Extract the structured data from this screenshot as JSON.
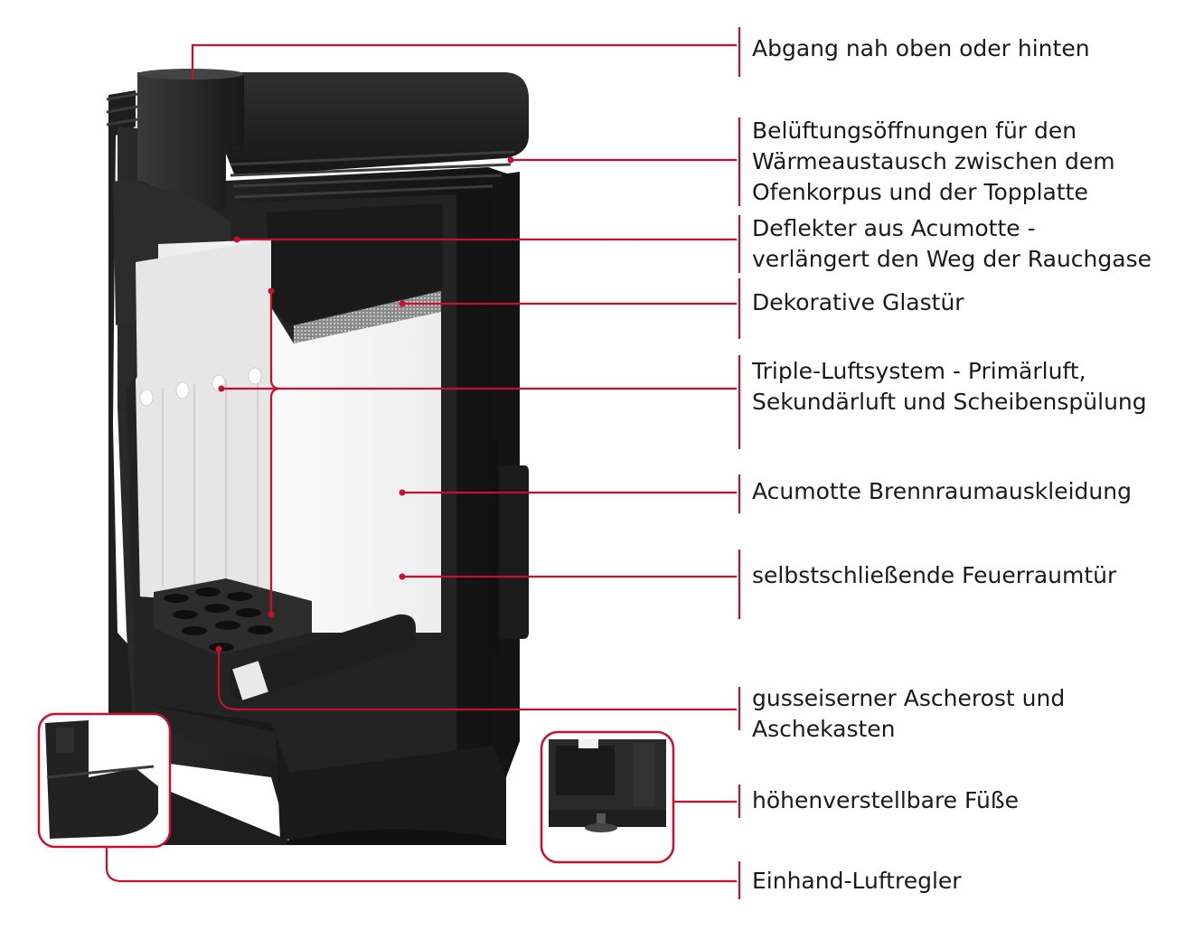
{
  "diagram": {
    "accent_color": "#c8102e",
    "labels": [
      {
        "id": "abgang",
        "lines": [
          "Abgang nah oben oder hinten"
        ]
      },
      {
        "id": "belueftung",
        "lines": [
          "Belüftungsöffnungen für den",
          "Wärmeaustausch zwischen dem",
          "Ofenkorpus und der Topplatte"
        ]
      },
      {
        "id": "deflektor",
        "lines": [
          "Deflekter aus Acumotte -",
          "verlängert den Weg der Rauchgase"
        ]
      },
      {
        "id": "glastuer",
        "lines": [
          "Dekorative Glastür"
        ]
      },
      {
        "id": "luftsystem",
        "lines": [
          "Triple-Luftsystem - Primärluft,",
          "Sekundärluft und Scheibenspülung"
        ]
      },
      {
        "id": "brennraum",
        "lines": [
          "Acumotte Brennraumauskleidung"
        ]
      },
      {
        "id": "feuerraumtuer",
        "lines": [
          "selbstschließende Feuerraumtür"
        ]
      },
      {
        "id": "ascherost",
        "lines": [
          "gusseiserner Ascherost und",
          "Aschekasten"
        ]
      },
      {
        "id": "fuesse",
        "lines": [
          "höhenverstellbare Füße"
        ]
      },
      {
        "id": "luftregler",
        "lines": [
          "Einhand-Luftregler"
        ]
      }
    ]
  }
}
